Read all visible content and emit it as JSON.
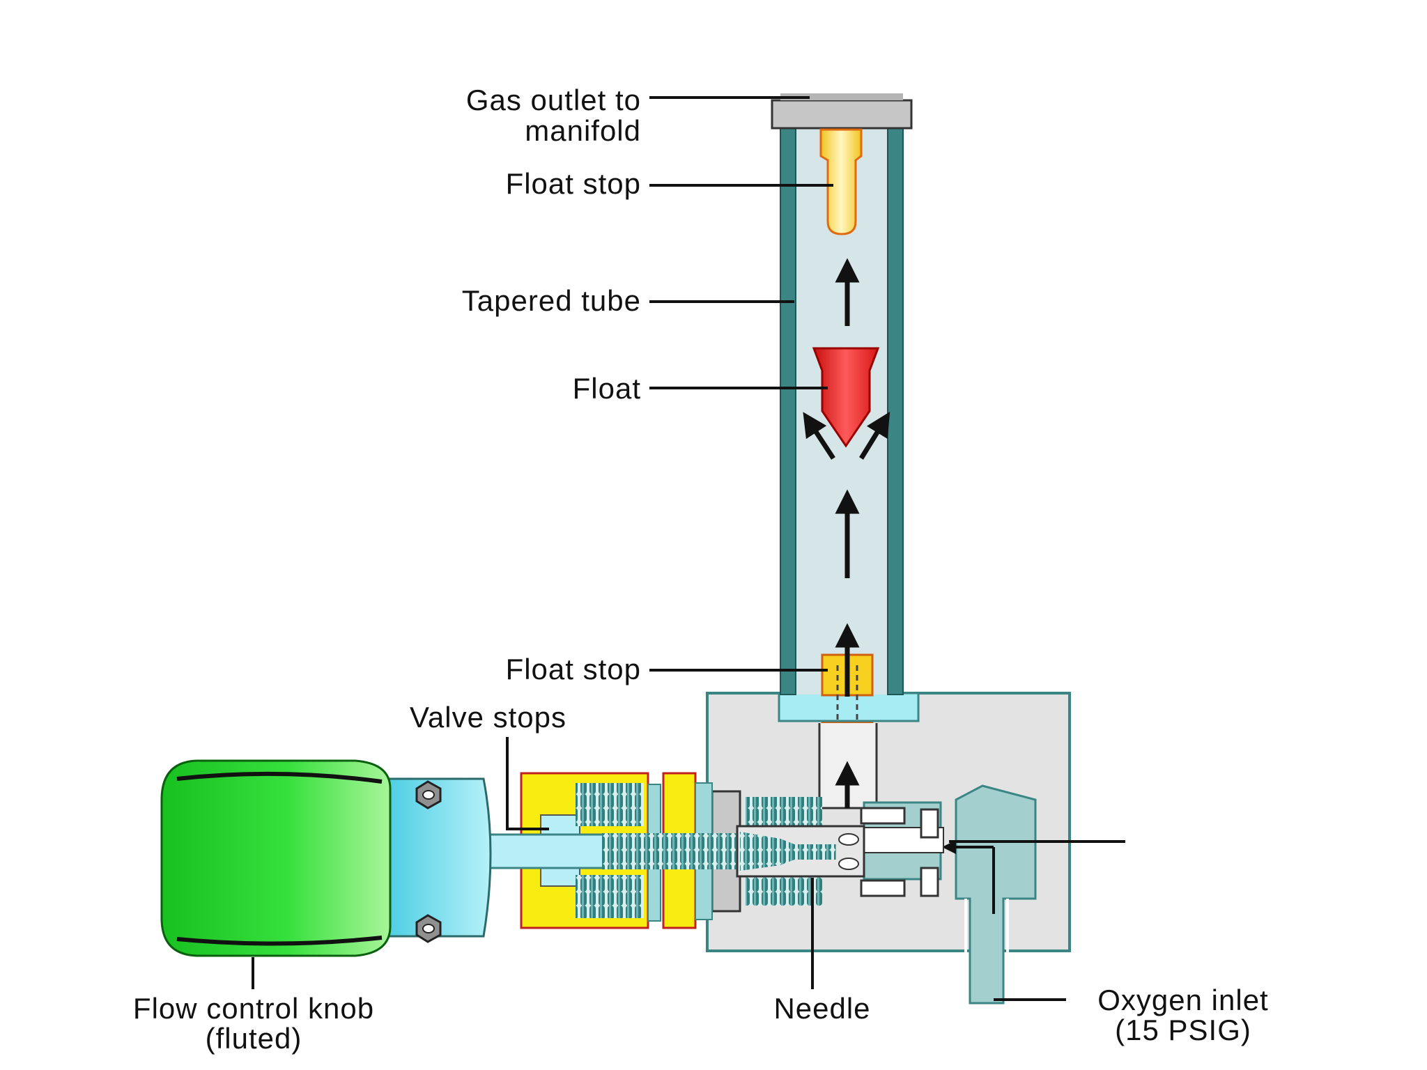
{
  "labels": {
    "gas_outlet_line1": "Gas outlet to",
    "gas_outlet_line2": "manifold",
    "float_stop_top": "Float stop",
    "tapered_tube": "Tapered tube",
    "float": "Float",
    "float_stop_bottom": "Float stop",
    "valve_stops": "Valve stops",
    "flow_knob_line1": "Flow control knob",
    "flow_knob_line2": "(fluted)",
    "needle": "Needle",
    "oxygen_inlet_line1": "Oxygen inlet",
    "oxygen_inlet_line2": "(15 PSIG)"
  },
  "colors": {
    "tube_wall": "#3b8585",
    "tube_inside": "#d6e6e8",
    "float": "#ee2a2a",
    "float_stop": "#f7d020",
    "knob": "#22cc2a",
    "knob_collar": "#5cd8ec",
    "valve_stop": "#f8ec10",
    "body": "#e3e3e3",
    "inlet_pipe": "#a3cfcf"
  }
}
